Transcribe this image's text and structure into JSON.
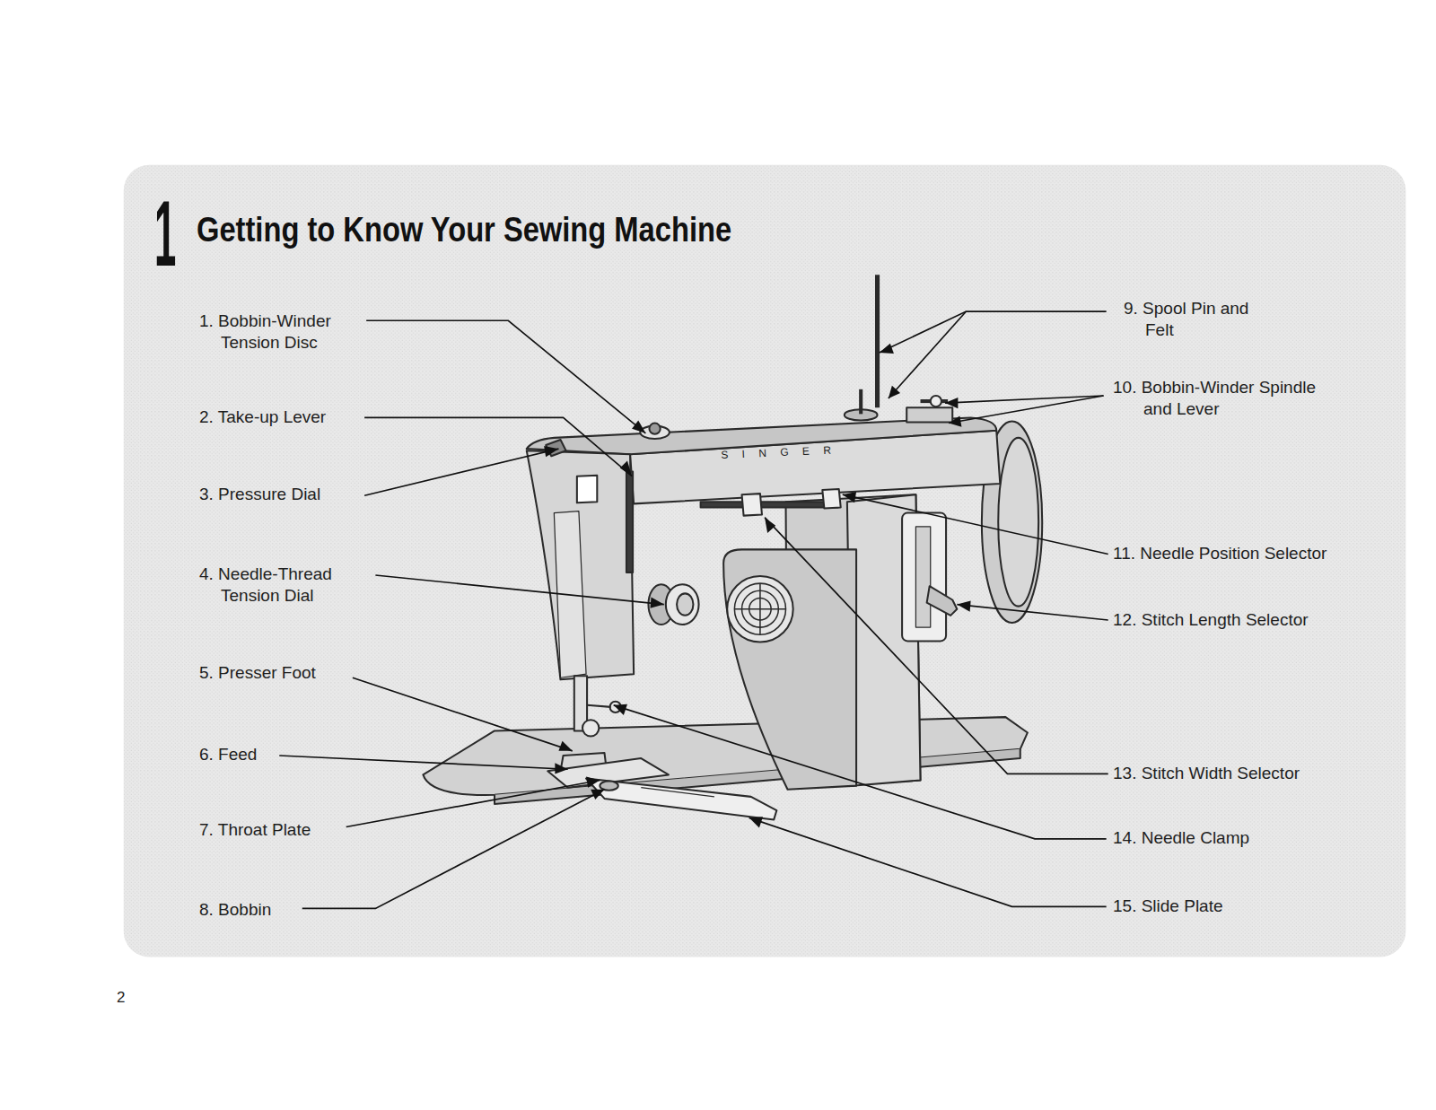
{
  "diagram": {
    "title": "Getting to Know Your Sewing Machine",
    "labels": [
      "1",
      "1. Bobbin-Winder Tension Disc",
      "2. Take-up Lever",
      "3. Pressure Dial",
      "4. Needle-Thread Tension Dial",
      "5. Presser Foot",
      "6. Feed",
      "7. Throat Plate",
      "8. Bobbin",
      "9. Spool Pin and Felt",
      "10. Bobbin-Winder Spindle and Lever",
      "11. Needle Position Selector",
      "12. Stitch Length Selector",
      "13. Stitch Width Selector",
      "14. Needle Clamp",
      "15. Slide Plate",
      "S I N G E R",
      "2"
    ]
  }
}
